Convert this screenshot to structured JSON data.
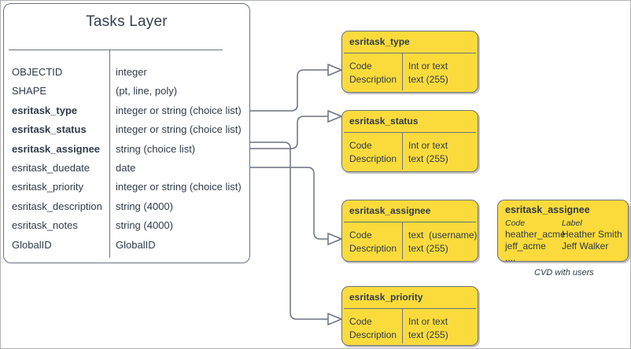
{
  "main_entity": {
    "title": "Tasks Layer",
    "fields": [
      {
        "name": "OBJECTID",
        "type": "integer",
        "bold": false
      },
      {
        "name": "SHAPE",
        "type": "(pt, line, poly)",
        "bold": false
      },
      {
        "name": "esritask_type",
        "type": "integer or string (choice list)",
        "bold": true
      },
      {
        "name": "esritask_status",
        "type": "integer or string (choice list)",
        "bold": true
      },
      {
        "name": "esritask_assignee",
        "type": "string (choice list)",
        "bold": true
      },
      {
        "name": "esritask_duedate",
        "type": "date",
        "bold": false
      },
      {
        "name": "esritask_priority",
        "type": "integer or string (choice list)",
        "bold": false
      },
      {
        "name": "esritask_description",
        "type": "string (4000)",
        "bold": false
      },
      {
        "name": "esritask_notes",
        "type": "string (4000)",
        "bold": false
      },
      {
        "name": "GlobalID",
        "type": "GlobalID",
        "bold": false
      }
    ]
  },
  "domain_boxes": [
    {
      "header": "esritask_type",
      "left_lines": "Code\nDescription",
      "right_lines": "Int or text\ntext (255)"
    },
    {
      "header": "esritask_status",
      "left_lines": "Code\nDescription",
      "right_lines": "Int or text\ntext (255)"
    },
    {
      "header": "esritask_assignee",
      "left_lines": "Code\nDescription",
      "right_lines": "text  (username)\ntext (255)"
    },
    {
      "header": "esritask_priority",
      "left_lines": "Code\nDescription",
      "right_lines": "Int or text\ntext (255)"
    }
  ],
  "cvd_box": {
    "header": "esritask_assignee",
    "col_a_label": "Code",
    "col_b_label": "Label",
    "rows": [
      {
        "code": "heather_acme",
        "label": "Heather Smith"
      },
      {
        "code": "jeff_acme",
        "label": "Jeff Walker"
      },
      {
        "code": "....",
        "label": ""
      }
    ],
    "caption": "CVD with users"
  },
  "colors": {
    "domain_fill": "#fbdb3c",
    "line": "#6a7280",
    "text": "#2f3b49",
    "page_border": "#b3b3b3"
  }
}
